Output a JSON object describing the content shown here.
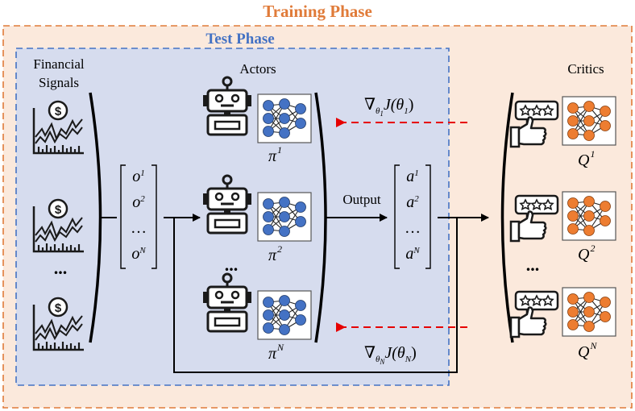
{
  "title": "Training Phase",
  "test_phase_label": "Test Phase",
  "signals_label_line1": "Financial",
  "signals_label_line2": "Signals",
  "actors_label": "Actors",
  "critics_label": "Critics",
  "output_label": "Output",
  "ellipsis": "...",
  "observations": [
    "o",
    "o",
    "…",
    "o"
  ],
  "observation_sups": [
    "1",
    "2",
    "",
    "N"
  ],
  "actions": [
    "a",
    "a",
    "…",
    "a"
  ],
  "action_sups": [
    "1",
    "2",
    "",
    "N"
  ],
  "policies": [
    {
      "symbol": "π",
      "sup": "1"
    },
    {
      "symbol": "π",
      "sup": "2"
    },
    {
      "symbol": "π",
      "sup": "N"
    }
  ],
  "qvalues": [
    {
      "symbol": "Q",
      "sup": "1"
    },
    {
      "symbol": "Q",
      "sup": "2"
    },
    {
      "symbol": "Q",
      "sup": "N"
    }
  ],
  "gradient_1": {
    "nabla": "∇",
    "sub": "θ",
    "subsub": "1",
    "expr": "J(θ",
    "expr_sub": "1",
    "close": ")"
  },
  "gradient_n": {
    "nabla": "∇",
    "sub": "θ",
    "subsub": "N",
    "expr": "J(θ",
    "expr_sub": "N",
    "close": ")"
  },
  "colors": {
    "training_border": "#e07b39",
    "training_fill": "#fbe9dc",
    "test_border": "#4472c4",
    "test_fill": "#d6dcee",
    "actor_node": "#4472c4",
    "critic_node": "#ed7d31",
    "gradient_arrow": "#e60000",
    "title_text": "#e07b39",
    "test_text": "#4472c4"
  }
}
